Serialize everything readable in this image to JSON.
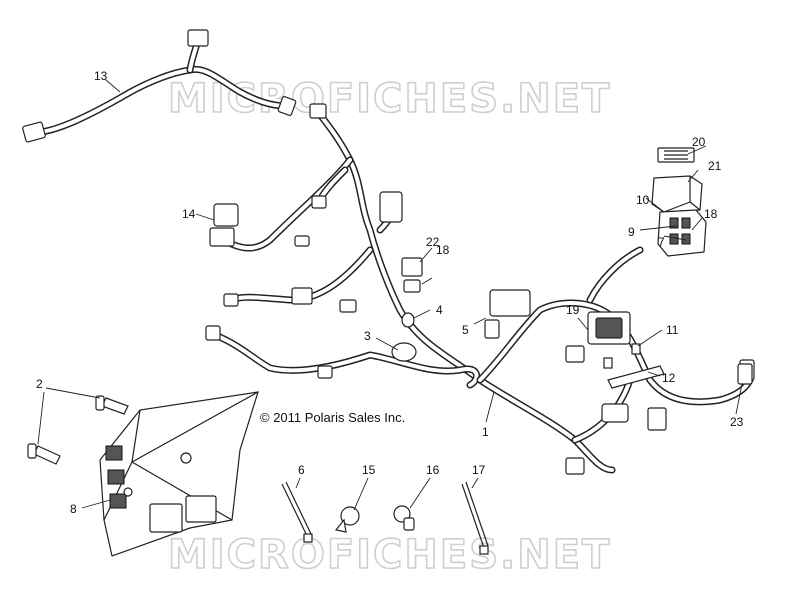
{
  "watermark": "MICROFICHES.NET",
  "copyright": "© 2011 Polaris Sales Inc.",
  "callouts": [
    "1",
    "2",
    "3",
    "4",
    "5",
    "6",
    "7",
    "8",
    "9",
    "10",
    "11",
    "12",
    "13",
    "14",
    "15",
    "16",
    "17",
    "18",
    "19",
    "20",
    "21",
    "22",
    "23"
  ]
}
